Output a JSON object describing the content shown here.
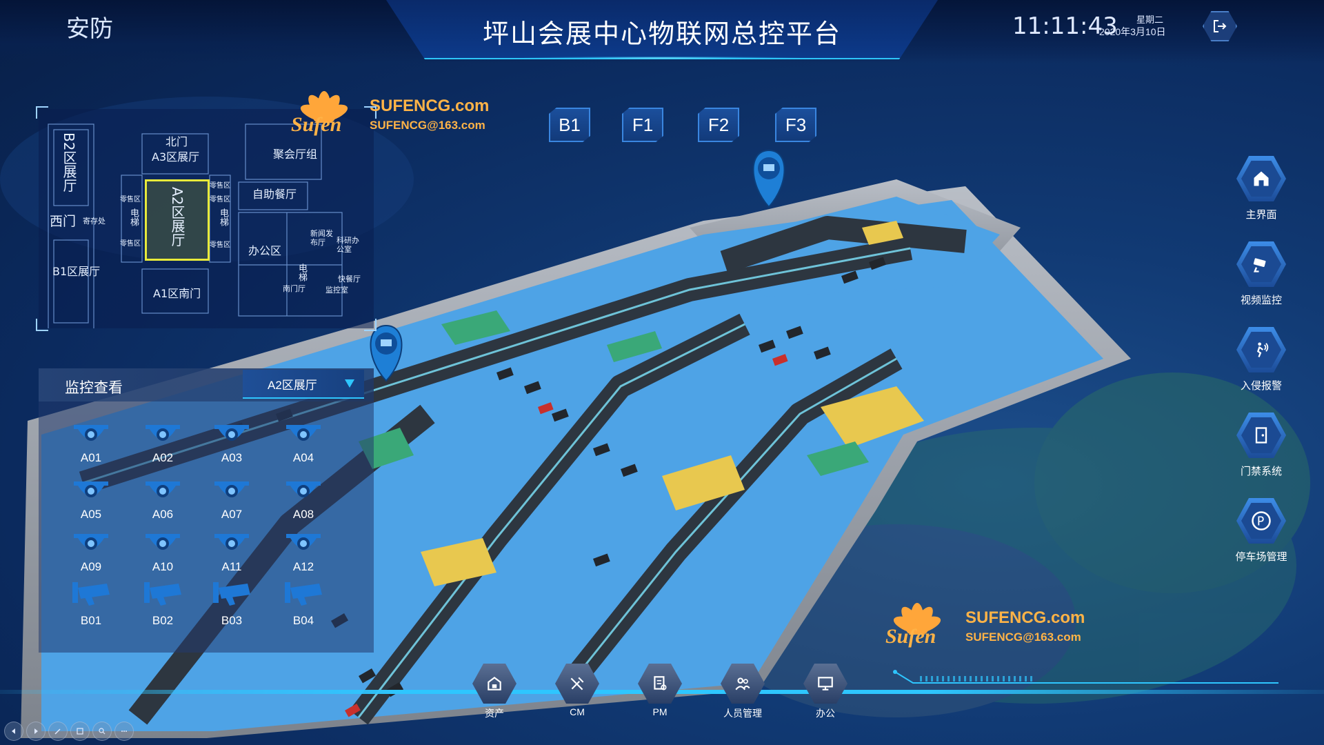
{
  "header": {
    "section_title": "安防",
    "page_title": "坪山会展中心物联网总控平台",
    "time": "11:11:43",
    "weekday": "星期二",
    "date": "2020年3月10日"
  },
  "floor_plan": {
    "labels": {
      "b2": "B2区展厅",
      "north_gate": "北门",
      "a3": "A3区展厅",
      "banquet": "聚会厅组",
      "buffet": "自助餐厅",
      "west_gate": "西门",
      "storage": "寄存处",
      "ticket_1": "零售区",
      "ticket_2": "零售区",
      "ticket_3": "零售区",
      "ticket_4": "零售区",
      "ticket_5": "零售区",
      "elevator_1": "电梯",
      "elevator_2": "电梯",
      "elevator_3": "电梯",
      "a2": "A2区展厅",
      "office": "办公区",
      "press": "新闻发布厅",
      "research": "科研办公室",
      "b1": "B1区展厅",
      "a1_south": "A1区南门",
      "south_gate": "南门厅",
      "fast_food": "快餐厅",
      "monitor_room": "监控室"
    }
  },
  "floor_tabs": [
    "B1",
    "F1",
    "F2",
    "F3"
  ],
  "monitor": {
    "title": "监控查看",
    "zone": "A2区展厅",
    "cameras": [
      "A01",
      "A02",
      "A03",
      "A04",
      "A05",
      "A06",
      "A07",
      "A08",
      "A09",
      "A10",
      "A11",
      "A12",
      "B01",
      "B02",
      "B03",
      "B04"
    ]
  },
  "side_nav": [
    {
      "label": "主界面",
      "icon": "home-icon"
    },
    {
      "label": "视频监控",
      "icon": "cctv-icon"
    },
    {
      "label": "入侵报警",
      "icon": "alarm-icon"
    },
    {
      "label": "门禁系统",
      "icon": "door-icon"
    },
    {
      "label": "停车场管理",
      "icon": "parking-icon"
    }
  ],
  "dock": [
    {
      "label": "资产",
      "icon": "asset-icon"
    },
    {
      "label": "CM",
      "icon": "tools-icon"
    },
    {
      "label": "PM",
      "icon": "document-icon"
    },
    {
      "label": "人员管理",
      "icon": "people-icon"
    },
    {
      "label": "办公",
      "icon": "monitor-icon"
    }
  ],
  "watermark": {
    "brand": "SUFENCG.com",
    "email": "SUFENCG@163.com",
    "script": "Sufen"
  },
  "colors": {
    "accent": "#2ec6ff",
    "background": "#0b2a5e",
    "highlight": "#e8ea3a",
    "watermark": "#ffb347"
  }
}
